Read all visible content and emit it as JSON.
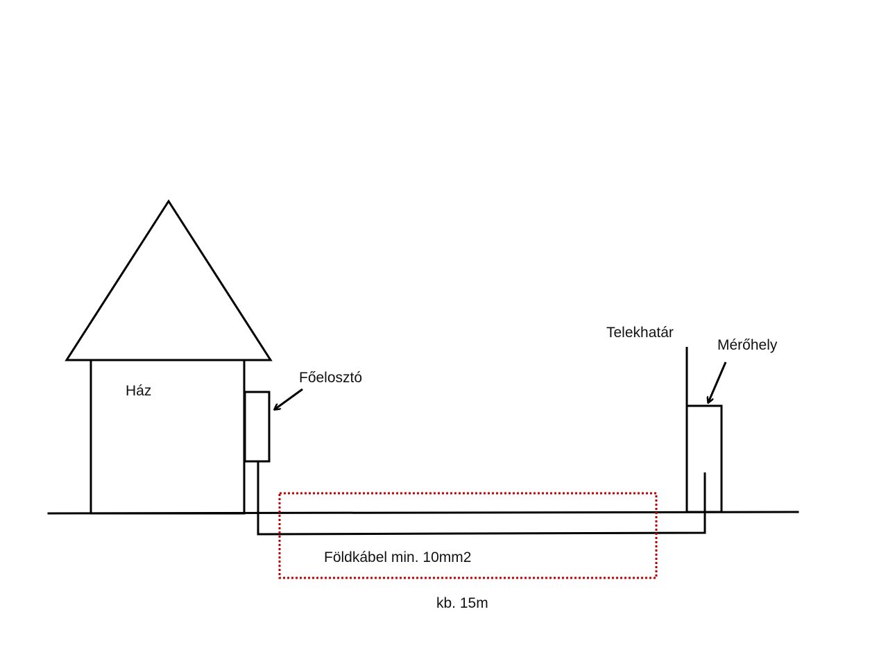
{
  "labels": {
    "house": "Ház",
    "main_distributor": "Főelosztó",
    "property_line": "Telekhatár",
    "meter_point": "Mérőhely",
    "ground_cable": "Földkábel min. 10mm2",
    "length": "kb. 15m"
  },
  "colors": {
    "line": "#000000",
    "highlight_box": "#c00000",
    "background": "#ffffff"
  }
}
